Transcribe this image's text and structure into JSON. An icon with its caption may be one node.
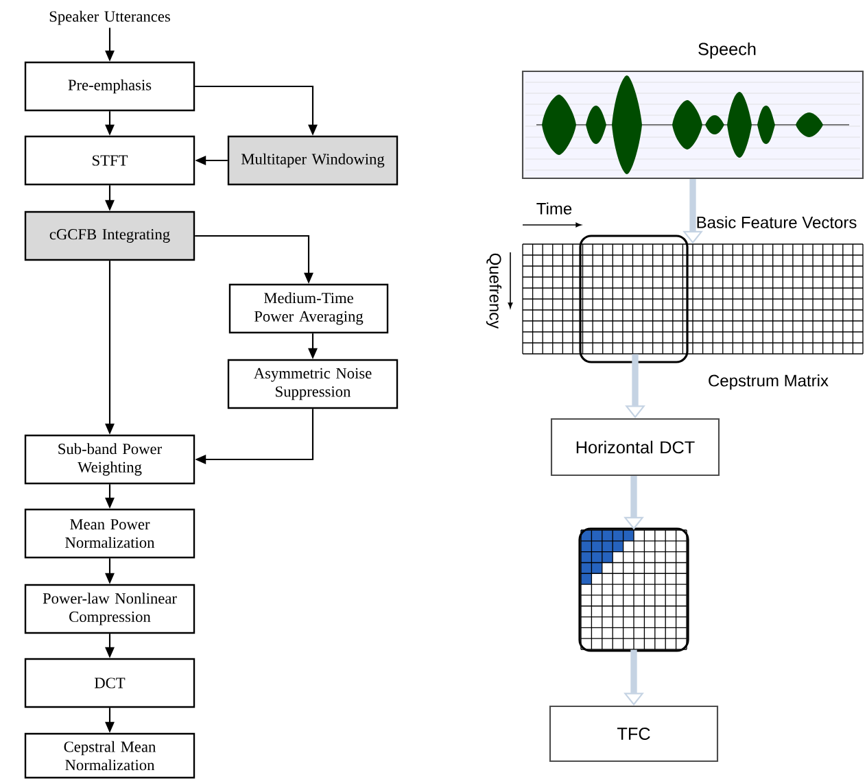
{
  "diagram": {
    "nodes": [
      {
        "text": [
          "Speaker Utterances"
        ]
      },
      {
        "text": [
          "Pre-emphasis"
        ]
      },
      {
        "text": [
          "STFT"
        ]
      },
      {
        "text": [
          "Multitaper Windowing"
        ]
      },
      {
        "text": [
          "cGCFB Integrating"
        ]
      },
      {
        "text": [
          "Medium-Time Power Averaging"
        ]
      },
      {
        "text": [
          "Asymmetric Noise Suppression"
        ]
      },
      {
        "text": [
          "Sub-band Power Weighting"
        ]
      },
      {
        "text": [
          "Mean Power Normalization"
        ]
      },
      {
        "text": [
          "Power-law Nonlinear Compression"
        ]
      },
      {
        "text": [
          "DCT"
        ]
      },
      {
        "text": [
          "Cepstral Mean Normalization"
        ]
      },
      {
        "text": [
          "Speech"
        ]
      },
      {
        "text": [],
        "shape": "grid",
        "beside": [
          "Cepstrum Matrix"
        ]
      },
      {
        "text": [
          "Horizontal DCT"
        ]
      },
      {
        "text": [],
        "shape": "grid"
      },
      {
        "text": [
          "TFC"
        ]
      }
    ],
    "edges": [
      {
        "from": 0,
        "to": 1,
        "arrow": "to"
      },
      {
        "from": 1,
        "to": 2,
        "arrow": "to"
      },
      {
        "from": 1,
        "to": 3,
        "arrow": "to"
      },
      {
        "from": 3,
        "to": 2,
        "arrow": "to"
      },
      {
        "from": 2,
        "to": 4,
        "arrow": "to"
      },
      {
        "from": 4,
        "to": 5,
        "arrow": "to"
      },
      {
        "from": 4,
        "to": 7,
        "arrow": "to"
      },
      {
        "from": 5,
        "to": 6,
        "arrow": "to"
      },
      {
        "from": 6,
        "to": 7,
        "arrow": "to"
      },
      {
        "from": 7,
        "to": 8,
        "arrow": "to"
      },
      {
        "from": 8,
        "to": 9,
        "arrow": "to"
      },
      {
        "from": 9,
        "to": 10,
        "arrow": "to"
      },
      {
        "from": 10,
        "to": 11,
        "arrow": "to"
      },
      {
        "from": 12,
        "to": 13,
        "arrow": "to",
        "style": "thick",
        "color": "#c5d3e3"
      },
      {
        "from": 13,
        "to": 14,
        "arrow": "to",
        "style": "thick",
        "color": "#c5d3e3"
      },
      {
        "from": 14,
        "to": 15,
        "arrow": "to",
        "style": "thick",
        "color": "#c5d3e3"
      },
      {
        "from": 15,
        "to": 16,
        "arrow": "to",
        "style": "thick",
        "color": "#c5d3e3"
      }
    ],
    "labels": [
      "Time",
      "Quefrency",
      "Basic Feature Vectors"
    ]
  }
}
